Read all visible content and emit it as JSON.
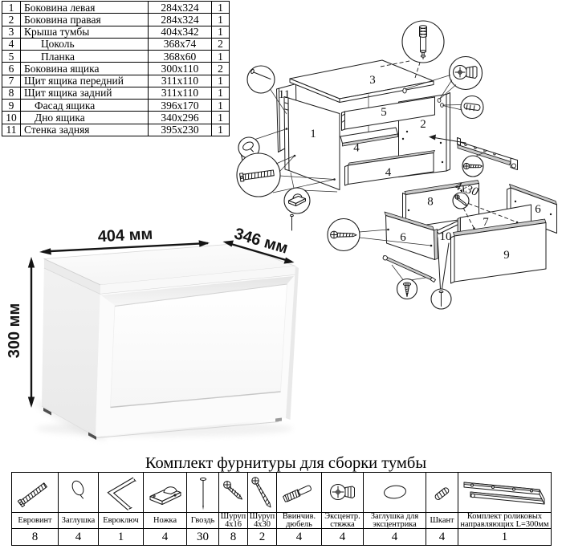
{
  "parts_table": {
    "rows": [
      {
        "num": "1",
        "name": "Боковина левая",
        "dims": "284x324",
        "qty": "1"
      },
      {
        "num": "2",
        "name": "Боковина правая",
        "dims": "284x324",
        "qty": "1"
      },
      {
        "num": "3",
        "name": "Крыша тумбы",
        "dims": "404x342",
        "qty": "1"
      },
      {
        "num": "4",
        "name": "Цоколь",
        "dims": "368x74",
        "qty": "2"
      },
      {
        "num": "5",
        "name": "Планка",
        "dims": "368x60",
        "qty": "1"
      },
      {
        "num": "6",
        "name": "Боковина ящика",
        "dims": "300x110",
        "qty": "2"
      },
      {
        "num": "7",
        "name": "Щит ящика передний",
        "dims": "311x110",
        "qty": "1"
      },
      {
        "num": "8",
        "name": "Щит ящика задний",
        "dims": "311x110",
        "qty": "1"
      },
      {
        "num": "9",
        "name": "Фасад ящика",
        "dims": "396x170",
        "qty": "1"
      },
      {
        "num": "10",
        "name": "Дно ящика",
        "dims": "340x296",
        "qty": "1"
      },
      {
        "num": "11",
        "name": "Стенка задняя",
        "dims": "395x230",
        "qty": "1"
      }
    ]
  },
  "assembled_view": {
    "width_label": "404 мм",
    "depth_label": "346 мм",
    "height_label": "300 мм"
  },
  "exploded": {
    "labels": {
      "l1": "1",
      "l2": "2",
      "l3": "3",
      "l4a": "4",
      "l4b": "4",
      "l5": "5",
      "l6a": "6",
      "l6b": "6",
      "l7": "7",
      "l8": "8",
      "l9": "9",
      "l10": "10",
      "l11": "11"
    },
    "screw_size_label": "4x30"
  },
  "hardware": {
    "title": "Комплект фурнитуры для сборки тумбы",
    "items": [
      {
        "name": "Евровинт",
        "qty": "8",
        "icon": "euro-screw-icon"
      },
      {
        "name": "Заглушка",
        "qty": "4",
        "icon": "cap-icon"
      },
      {
        "name": "Евроключ",
        "qty": "1",
        "icon": "hex-key-icon"
      },
      {
        "name": "Ножка",
        "qty": "4",
        "icon": "foot-icon"
      },
      {
        "name": "Гвоздь",
        "qty": "30",
        "icon": "nail-icon"
      },
      {
        "name": "Шуруп 4x16",
        "qty": "8",
        "icon": "screw-small-icon"
      },
      {
        "name": "Шуруп 4x30",
        "qty": "2",
        "icon": "screw-long-icon"
      },
      {
        "name": "Ввинчив. дюбель",
        "qty": "4",
        "icon": "dowel-screw-icon"
      },
      {
        "name": "Эксцентр. стяжка",
        "qty": "4",
        "icon": "cam-lock-icon"
      },
      {
        "name": "Заглушка для эксцентрика",
        "qty": "4",
        "icon": "cam-cap-icon"
      },
      {
        "name": "Шкант",
        "qty": "4",
        "icon": "wood-dowel-icon"
      },
      {
        "name": "Комплект роликовых направляющих L=300мм",
        "qty": "1",
        "icon": "drawer-slide-icon"
      }
    ]
  }
}
